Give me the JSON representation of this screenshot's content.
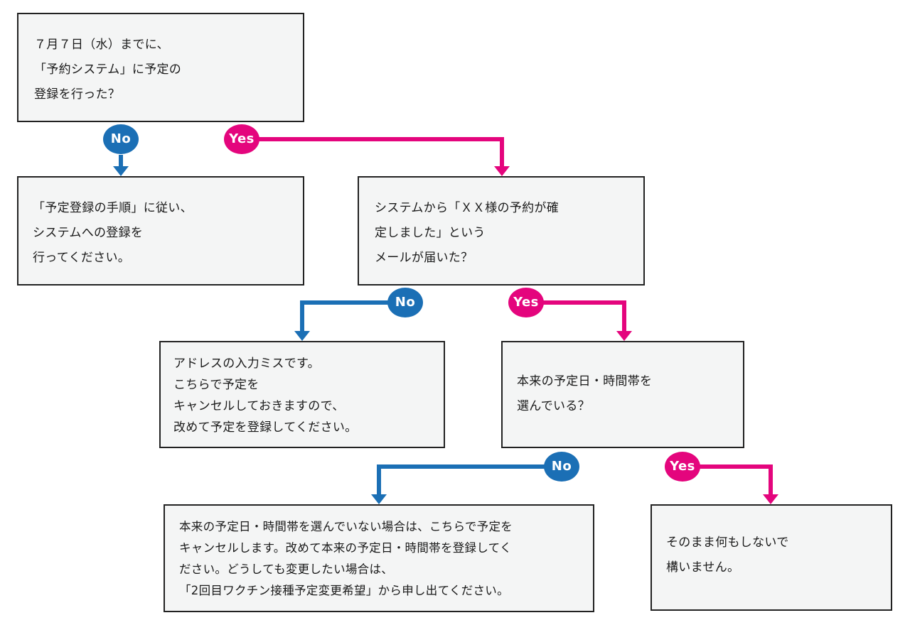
{
  "colors": {
    "no": "#1b6fb5",
    "yes": "#e4057d",
    "box_fill": "#f4f5f5",
    "box_border": "#222222"
  },
  "labels": {
    "no": "No",
    "yes": "Yes"
  },
  "q1": {
    "lines": [
      "７月７日（水）までに、",
      "「予約システム」に予定の",
      "登録を行った？"
    ]
  },
  "a1_no": {
    "lines": [
      "「予定登録の手順」に従い、",
      "システムへの登録を",
      "行ってください。"
    ]
  },
  "q2": {
    "lines": [
      "システムから「ＸＸ様の予約が確",
      "定しました」という",
      "メールが届いた？"
    ]
  },
  "a2_no": {
    "lines": [
      "アドレスの入力ミスです。",
      "こちらで予定を",
      "キャンセルしておきますので、",
      "改めて予定を登録してください。"
    ]
  },
  "q3": {
    "lines": [
      "本来の予定日・時間帯を",
      "選んでいる？"
    ]
  },
  "a3_no": {
    "lines": [
      "本来の予定日・時間帯を選んでいない場合は、こちらで予定を",
      "キャンセルします。改めて本来の予定日・時間帯を登録してく",
      "ださい。どうしても変更したい場合は、",
      "「2回目ワクチン接種予定変更希望」から申し出てください。"
    ]
  },
  "a3_yes": {
    "lines": [
      "そのまま何もしないで",
      "構いません。"
    ]
  }
}
